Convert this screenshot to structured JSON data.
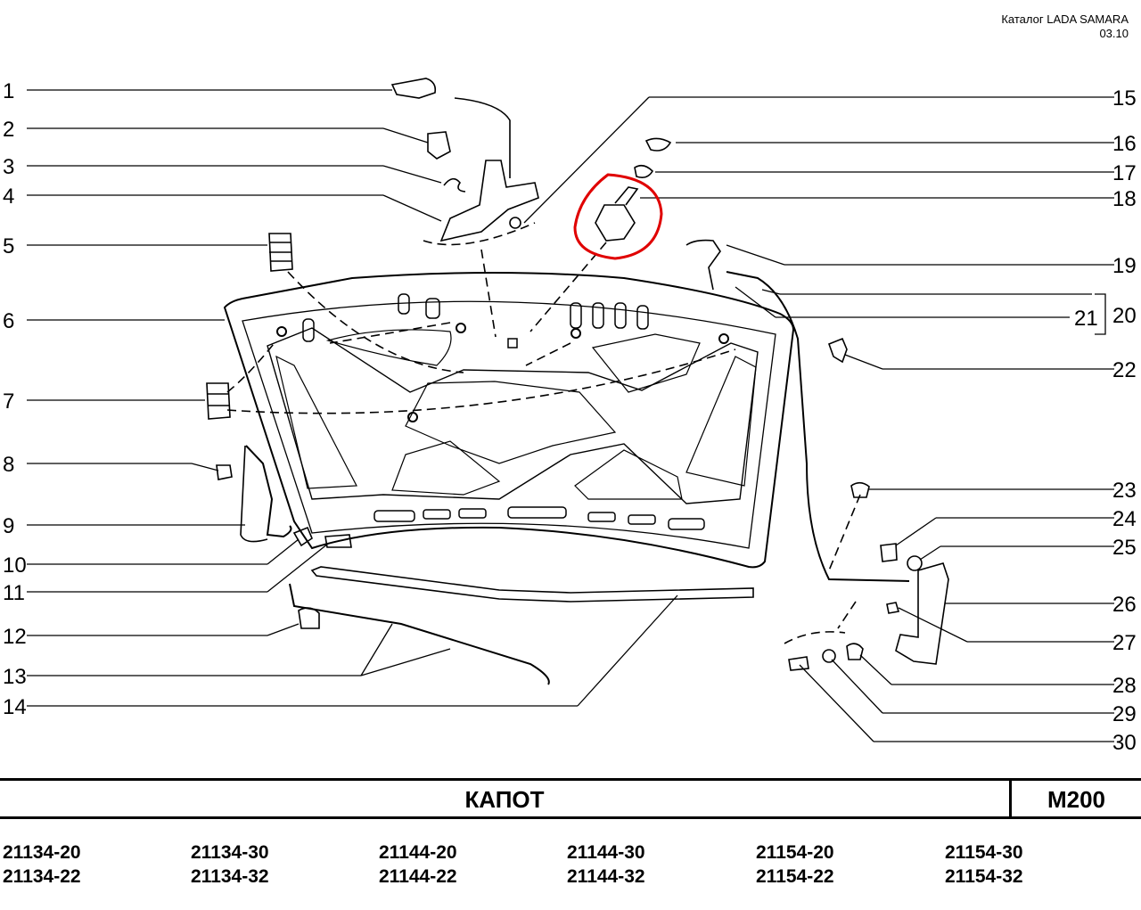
{
  "header": {
    "catalog": "Каталог  LADA SAMARA",
    "date": "03.10"
  },
  "callouts_left": [
    "1",
    "2",
    "3",
    "4",
    "5",
    "6",
    "7",
    "8",
    "9",
    "10",
    "11",
    "12",
    "13",
    "14"
  ],
  "callouts_right": [
    "15",
    "16",
    "17",
    "18",
    "19",
    "20",
    "21",
    "22",
    "23",
    "24",
    "25",
    "26",
    "27",
    "28",
    "29",
    "30"
  ],
  "highlight": {
    "part": "18",
    "color": "#e00000"
  },
  "footer": {
    "title": "КАПОТ",
    "code": "M200",
    "models": [
      "21134-20",
      "21134-22",
      "21134-30",
      "21134-32",
      "21144-20",
      "21144-22",
      "21144-30",
      "21144-32",
      "21154-20",
      "21154-22",
      "21154-30",
      "21154-32"
    ]
  }
}
